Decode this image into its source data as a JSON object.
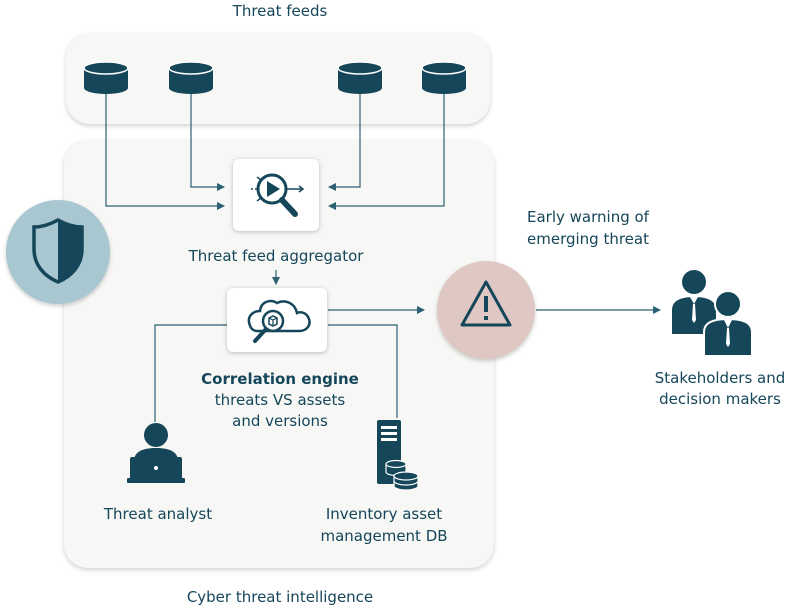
{
  "colors": {
    "primary": "#15465a",
    "panel": "#f7f7f5",
    "shield_bg": "#a8c7d1",
    "warning_bg": "#dfc8c3",
    "line": "#2b6173"
  },
  "threat_feeds": {
    "title": "Threat feeds",
    "database_icons": [
      "database-icon",
      "database-icon",
      "database-icon",
      "database-icon"
    ]
  },
  "aggregator": {
    "label": "Threat feed aggregator",
    "icon": "magnifier-icon"
  },
  "correlation": {
    "title": "Correlation engine",
    "line1": "threats VS assets",
    "line2": "and versions",
    "icon": "cloud-search-icon"
  },
  "analyst": {
    "label": "Threat analyst",
    "icon": "analyst-laptop-icon"
  },
  "inventory": {
    "line1": "Inventory asset",
    "line2": "management DB",
    "icon": "server-database-icon"
  },
  "warning": {
    "line1": "Early warning of",
    "line2": "emerging threat",
    "icon": "warning-triangle-icon"
  },
  "stakeholders": {
    "line1": "Stakeholders and",
    "line2": "decision makers",
    "icon": "stakeholders-icon"
  },
  "cti": {
    "label": "Cyber threat intelligence",
    "icon": "shield-icon"
  }
}
